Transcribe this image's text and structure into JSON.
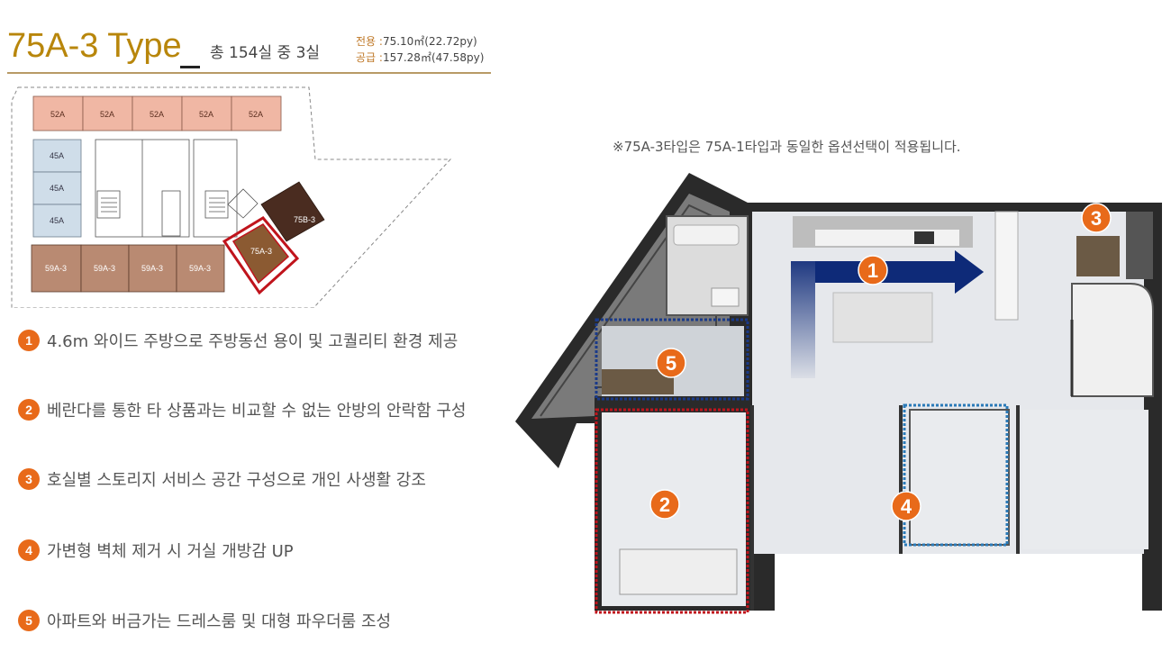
{
  "header": {
    "title": "75A-3 Type",
    "units": "총 154실 중 3실",
    "exclusive_label": "전용 :",
    "exclusive_value": "75.10㎡(22.72py)",
    "supply_label": "공급 :",
    "supply_value": "157.28㎡(47.58py)"
  },
  "siteplan": {
    "top_row": [
      "52A",
      "52A",
      "52A",
      "52A",
      "52A"
    ],
    "left_col": [
      "45A",
      "45A",
      "45A"
    ],
    "bottom_row": [
      "59A-3",
      "59A-3",
      "59A-3",
      "59A-3"
    ],
    "highlight": "75A-3",
    "neighbor": "75B-3"
  },
  "features": [
    {
      "num": "1",
      "text": "4.6m 와이드 주방으로 주방동선 용이 및 고퀄리티 환경 제공"
    },
    {
      "num": "2",
      "text": "베란다를 통한 타 상품과는 비교할 수 없는 안방의 안락함 구성"
    },
    {
      "num": "3",
      "text": "호실별 스토리지 서비스 공간 구성으로 개인 사생활 강조"
    },
    {
      "num": "4",
      "text": "가변형 벽체 제거 시 거실 개방감 UP"
    },
    {
      "num": "5",
      "text": "아파트와 버금가는 드레스룸  및 대형 파우더룸 조성"
    }
  ],
  "note": "※75A-3타입은 75A-1타입과 동일한 옵션선택이 적용됩니다.",
  "markers": [
    "1",
    "2",
    "3",
    "4",
    "5"
  ],
  "colors": {
    "title_gold": "#b8860b",
    "marker_orange": "#e86a1a",
    "unit_52A": "#f0b7a4",
    "unit_45A": "#cfdde9",
    "unit_59A3": "#b98a72",
    "unit_75A3": "#8b5a32",
    "unit_75B3": "#4a2c20",
    "highlight_red": "#c0141c"
  }
}
